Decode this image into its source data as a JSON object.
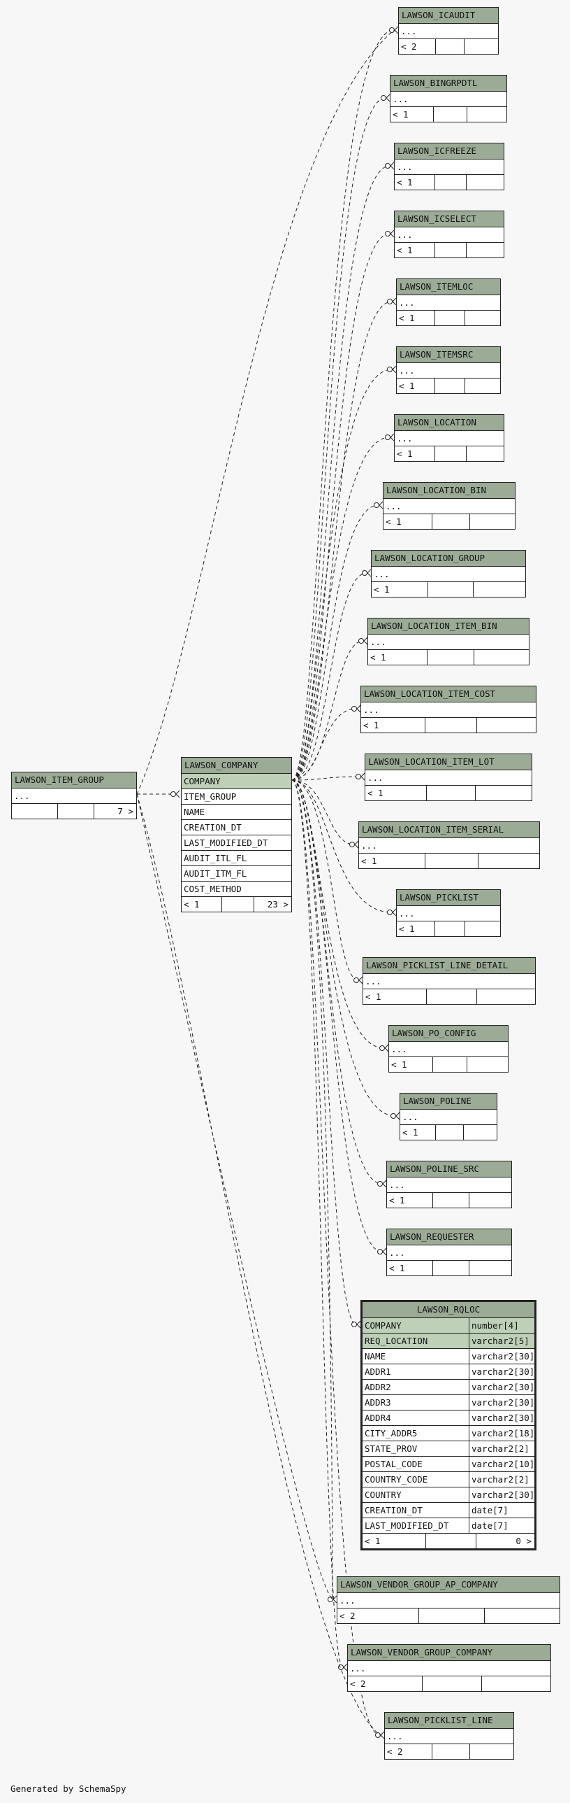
{
  "diagram": {
    "generated_by": "Generated by SchemaSpy",
    "focus_table": {
      "name": "LAWSON_RQLOC",
      "columns": [
        {
          "name": "COMPANY",
          "type": "number[4]",
          "pk": true
        },
        {
          "name": "REQ_LOCATION",
          "type": "varchar2[5]",
          "pk": true
        },
        {
          "name": "NAME",
          "type": "varchar2[30]",
          "pk": false
        },
        {
          "name": "ADDR1",
          "type": "varchar2[30]",
          "pk": false
        },
        {
          "name": "ADDR2",
          "type": "varchar2[30]",
          "pk": false
        },
        {
          "name": "ADDR3",
          "type": "varchar2[30]",
          "pk": false
        },
        {
          "name": "ADDR4",
          "type": "varchar2[30]",
          "pk": false
        },
        {
          "name": "CITY_ADDR5",
          "type": "varchar2[18]",
          "pk": false
        },
        {
          "name": "STATE_PROV",
          "type": "varchar2[2]",
          "pk": false
        },
        {
          "name": "POSTAL_CODE",
          "type": "varchar2[10]",
          "pk": false
        },
        {
          "name": "COUNTRY_CODE",
          "type": "varchar2[2]",
          "pk": false
        },
        {
          "name": "COUNTRY",
          "type": "varchar2[30]",
          "pk": false
        },
        {
          "name": "CREATION_DT",
          "type": "date[7]",
          "pk": false
        },
        {
          "name": "LAST_MODIFIED_DT",
          "type": "date[7]",
          "pk": false
        }
      ],
      "footer": {
        "parents": "< 1",
        "children": "0 >"
      }
    },
    "company_table": {
      "name": "LAWSON_COMPANY",
      "columns": [
        {
          "name": "COMPANY",
          "pk": true
        },
        {
          "name": "ITEM_GROUP",
          "pk": false
        },
        {
          "name": "NAME",
          "pk": false
        },
        {
          "name": "CREATION_DT",
          "pk": false
        },
        {
          "name": "LAST_MODIFIED_DT",
          "pk": false
        },
        {
          "name": "AUDIT_ITL_FL",
          "pk": false
        },
        {
          "name": "AUDIT_ITM_FL",
          "pk": false
        },
        {
          "name": "COST_METHOD",
          "pk": false
        }
      ],
      "footer": {
        "parents": "< 1",
        "children": "23 >"
      }
    },
    "item_group_table": {
      "name": "LAWSON_ITEM_GROUP",
      "columns": [
        {
          "name": "..."
        }
      ],
      "footer": {
        "parents": "",
        "children": "7 >"
      }
    },
    "child_tables": [
      {
        "name": "LAWSON_ICAUDIT",
        "row": "...",
        "footer": "< 2"
      },
      {
        "name": "LAWSON_BINGRPDTL",
        "row": "...",
        "footer": "< 1"
      },
      {
        "name": "LAWSON_ICFREEZE",
        "row": "...",
        "footer": "< 1"
      },
      {
        "name": "LAWSON_ICSELECT",
        "row": "...",
        "footer": "< 1"
      },
      {
        "name": "LAWSON_ITEMLOC",
        "row": "...",
        "footer": "< 1"
      },
      {
        "name": "LAWSON_ITEMSRC",
        "row": "...",
        "footer": "< 1"
      },
      {
        "name": "LAWSON_LOCATION",
        "row": "...",
        "footer": "< 1"
      },
      {
        "name": "LAWSON_LOCATION_BIN",
        "row": "...",
        "footer": "< 1"
      },
      {
        "name": "LAWSON_LOCATION_GROUP",
        "row": "...",
        "footer": "< 1"
      },
      {
        "name": "LAWSON_LOCATION_ITEM_BIN",
        "row": "...",
        "footer": "< 1"
      },
      {
        "name": "LAWSON_LOCATION_ITEM_COST",
        "row": "...",
        "footer": "< 1"
      },
      {
        "name": "LAWSON_LOCATION_ITEM_LOT",
        "row": "...",
        "footer": "< 1"
      },
      {
        "name": "LAWSON_LOCATION_ITEM_SERIAL",
        "row": "...",
        "footer": "< 1"
      },
      {
        "name": "LAWSON_PICKLIST",
        "row": "...",
        "footer": "< 1"
      },
      {
        "name": "LAWSON_PICKLIST_LINE_DETAIL",
        "row": "...",
        "footer": "< 1"
      },
      {
        "name": "LAWSON_PO_CONFIG",
        "row": "...",
        "footer": "< 1"
      },
      {
        "name": "LAWSON_POLINE",
        "row": "...",
        "footer": "< 1"
      },
      {
        "name": "LAWSON_POLINE_SRC",
        "row": "...",
        "footer": "< 1"
      },
      {
        "name": "LAWSON_REQUESTER",
        "row": "...",
        "footer": "< 1"
      },
      {
        "name": "LAWSON_VENDOR_GROUP_AP_COMPANY",
        "row": "...",
        "footer": "< 2"
      },
      {
        "name": "LAWSON_VENDOR_GROUP_COMPANY",
        "row": "...",
        "footer": "< 2"
      },
      {
        "name": "LAWSON_PICKLIST_LINE",
        "row": "...",
        "footer": "< 2"
      }
    ],
    "colors": {
      "header": "#9bab96",
      "pk": "#bed1b8",
      "background": "#f7f7f7",
      "line": "#222222"
    }
  }
}
